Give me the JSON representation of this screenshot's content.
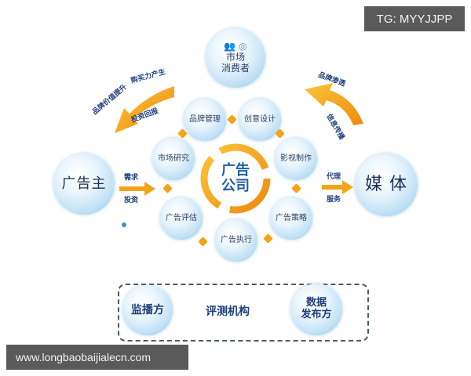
{
  "diagram": {
    "center": {
      "line1": "广告",
      "line2": "公司"
    },
    "top_node": {
      "line1": "市场",
      "line2": "消费者",
      "icon": "people-coins-icon"
    },
    "left_node": {
      "label": "广告主"
    },
    "right_node": {
      "label": "媒 体"
    },
    "ring_nodes": [
      {
        "label": "品牌管理"
      },
      {
        "label": "创意设计"
      },
      {
        "label": "影视制作"
      },
      {
        "label": "广告策略"
      },
      {
        "label": "广告执行"
      },
      {
        "label": "广告评估"
      },
      {
        "label": "市场研究"
      }
    ],
    "left_arrow_labels": {
      "top": "需求",
      "bottom": "投资"
    },
    "right_arrow_labels": {
      "top": "代理",
      "bottom": "服务"
    },
    "top_left_curve_labels": {
      "outer_a": "品牌价值提升",
      "outer_b": "购买力产生",
      "inner": "投资回报"
    },
    "top_right_curve_labels": {
      "outer": "品牌渗透",
      "inner": "信息传播"
    },
    "evaluation_box": {
      "center_label": "评测机构",
      "left_node": {
        "label": "监播方"
      },
      "right_node": {
        "line1": "数据",
        "line2": "发布方"
      }
    },
    "colors": {
      "arrow": "#f4a418",
      "text_blue": "#1f3e7a",
      "bubble_edge": "#79bfe8"
    }
  },
  "watermarks": {
    "top_right": "TG: MYYJJPP",
    "bottom_left": "www.longbaobaijialecn.com"
  }
}
